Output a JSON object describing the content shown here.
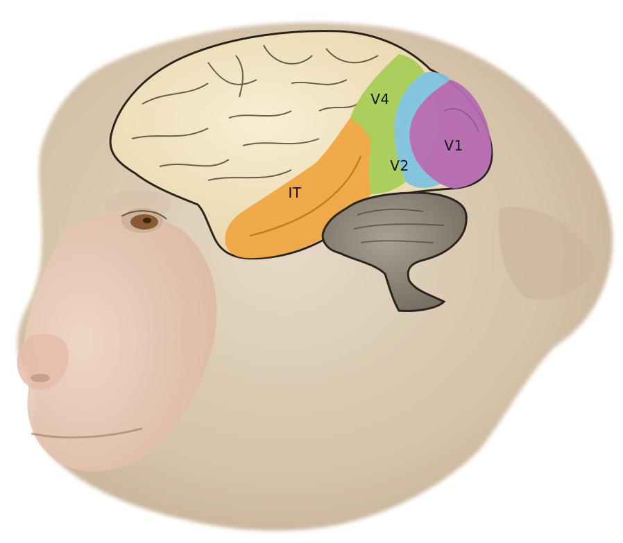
{
  "areas": {
    "v4": {
      "label": "V4",
      "color": "#a6cc55"
    },
    "v2": {
      "label": "V2",
      "color": "#7ec3df"
    },
    "v1": {
      "label": "V1",
      "color": "#b56ab3"
    },
    "it": {
      "label": "IT",
      "color": "#f0a742"
    }
  },
  "colors": {
    "fur": "#d9c9b3",
    "fur_dark": "#b8a58c",
    "skin": "#e7c7b4",
    "cortex": "#f3e6c4",
    "cortex_shade": "#d8c69b",
    "cerebellum": "#8a8378",
    "outline": "#2a241c"
  }
}
